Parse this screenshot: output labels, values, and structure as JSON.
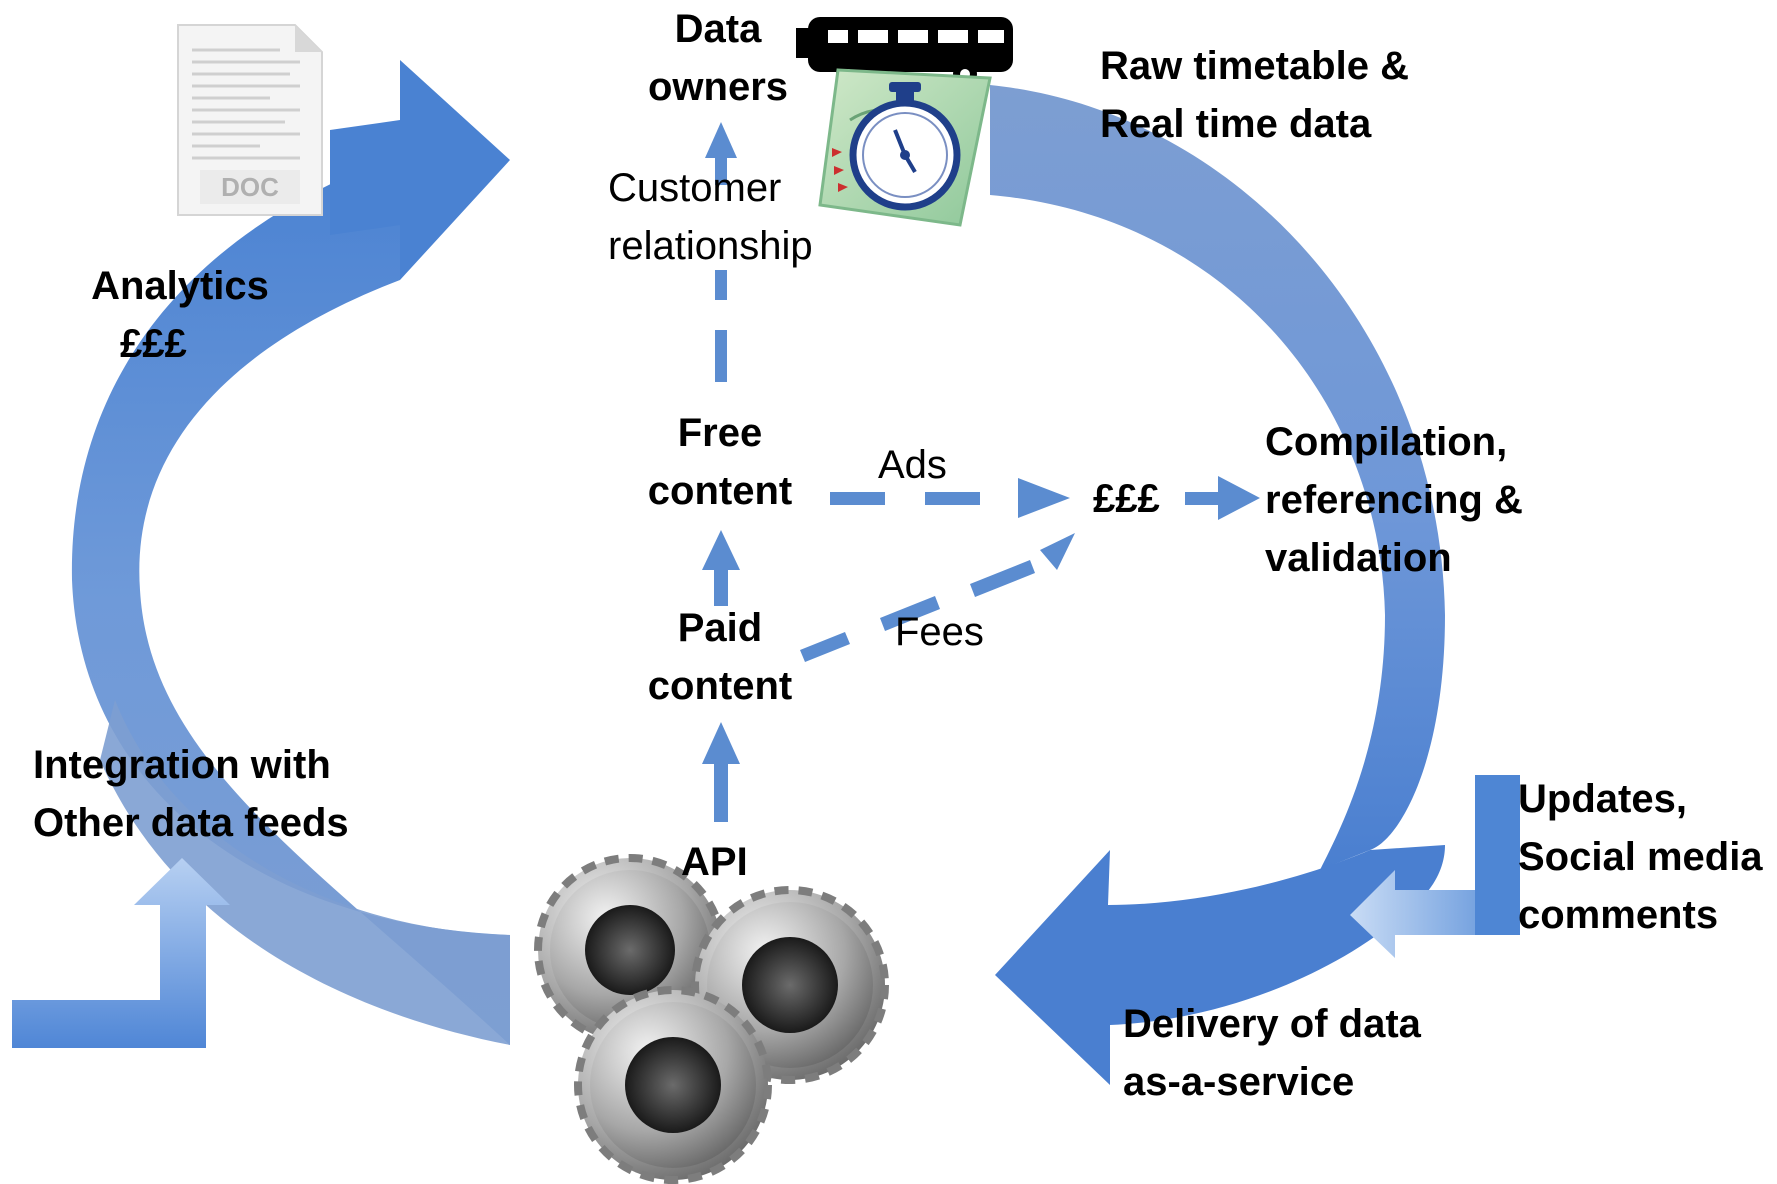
{
  "colors": {
    "cycle_blue": "#4a80cc",
    "cycle_blue_light": "#7fa6dc",
    "dashed_arrow": "#5b8cd0",
    "input_arrow": "#5b8ed6",
    "input_arrow_light": "#a9c6ef",
    "text": "#000000"
  },
  "icons": {
    "document": "document-icon",
    "bus": "bus-icon",
    "stopwatch_map": "stopwatch-map-icon",
    "gears": "gears-icon"
  },
  "document_icon_text": "DOC",
  "labels": {
    "data_owners": [
      "Data",
      "owners"
    ],
    "raw_data": [
      "Raw timetable &",
      "Real time data"
    ],
    "analytics": [
      "Analytics",
      "£££"
    ],
    "customer_relationship": [
      "Customer",
      "relationship"
    ],
    "free_content": [
      "Free",
      "content"
    ],
    "ads": "Ads",
    "money_center": "£££",
    "compilation": [
      "Compilation,",
      "referencing &",
      "validation"
    ],
    "paid_content": [
      "Paid",
      "content"
    ],
    "fees": "Fees",
    "api": "API",
    "integration": [
      "Integration with",
      "Other data feeds"
    ],
    "updates": [
      "Updates,",
      "Social media",
      "comments"
    ],
    "delivery": [
      "Delivery of data",
      "as-a-service"
    ]
  }
}
